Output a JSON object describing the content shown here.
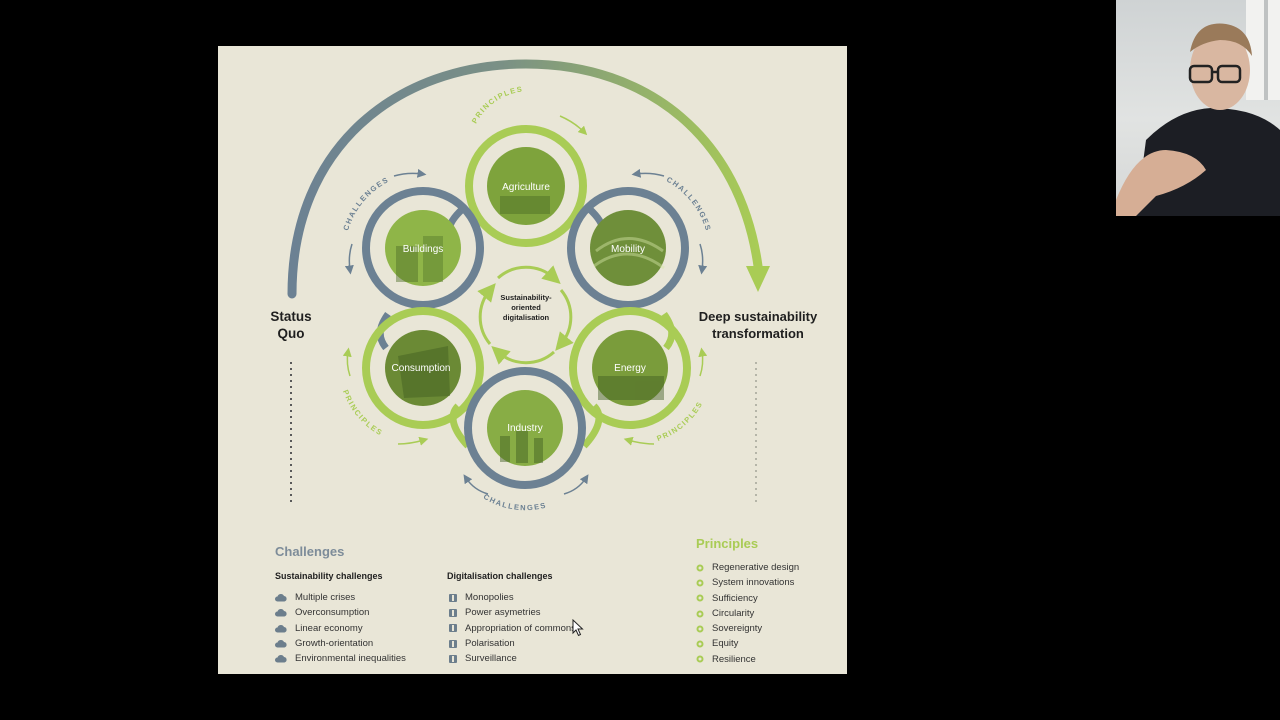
{
  "diagram": {
    "status_quo": [
      "Status",
      "Quo"
    ],
    "deep_transformation": [
      "Deep sustainability",
      "transformation"
    ],
    "center_label": [
      "Sustainability-",
      "oriented",
      "digitalisation"
    ],
    "ring_labels": {
      "principles": "PRINCIPLES",
      "challenges": "CHALLENGES"
    },
    "sectors": [
      "Agriculture",
      "Buildings",
      "Mobility",
      "Consumption",
      "Energy",
      "Industry"
    ],
    "colors": {
      "blue_grey": "#6c8193",
      "green": "#a9cc55",
      "photo_green": "#7ea33c",
      "background": "#e9e6d7"
    }
  },
  "legend": {
    "challenges_title": "Challenges",
    "principles_title": "Principles",
    "sustainability_head": "Sustainability challenges",
    "digitalisation_head": "Digitalisation challenges",
    "sustainability_items": [
      "Multiple crises",
      "Overconsumption",
      "Linear economy",
      "Growth-orientation",
      "Environmental inequalities"
    ],
    "digitalisation_items": [
      "Monopolies",
      "Power asymetries",
      "Appropriation of commons",
      "Polarisation",
      "Surveillance"
    ],
    "principles_items": [
      "Regenerative design",
      "System innovations",
      "Sufficiency",
      "Circularity",
      "Sovereignty",
      "Equity",
      "Resilience"
    ]
  }
}
